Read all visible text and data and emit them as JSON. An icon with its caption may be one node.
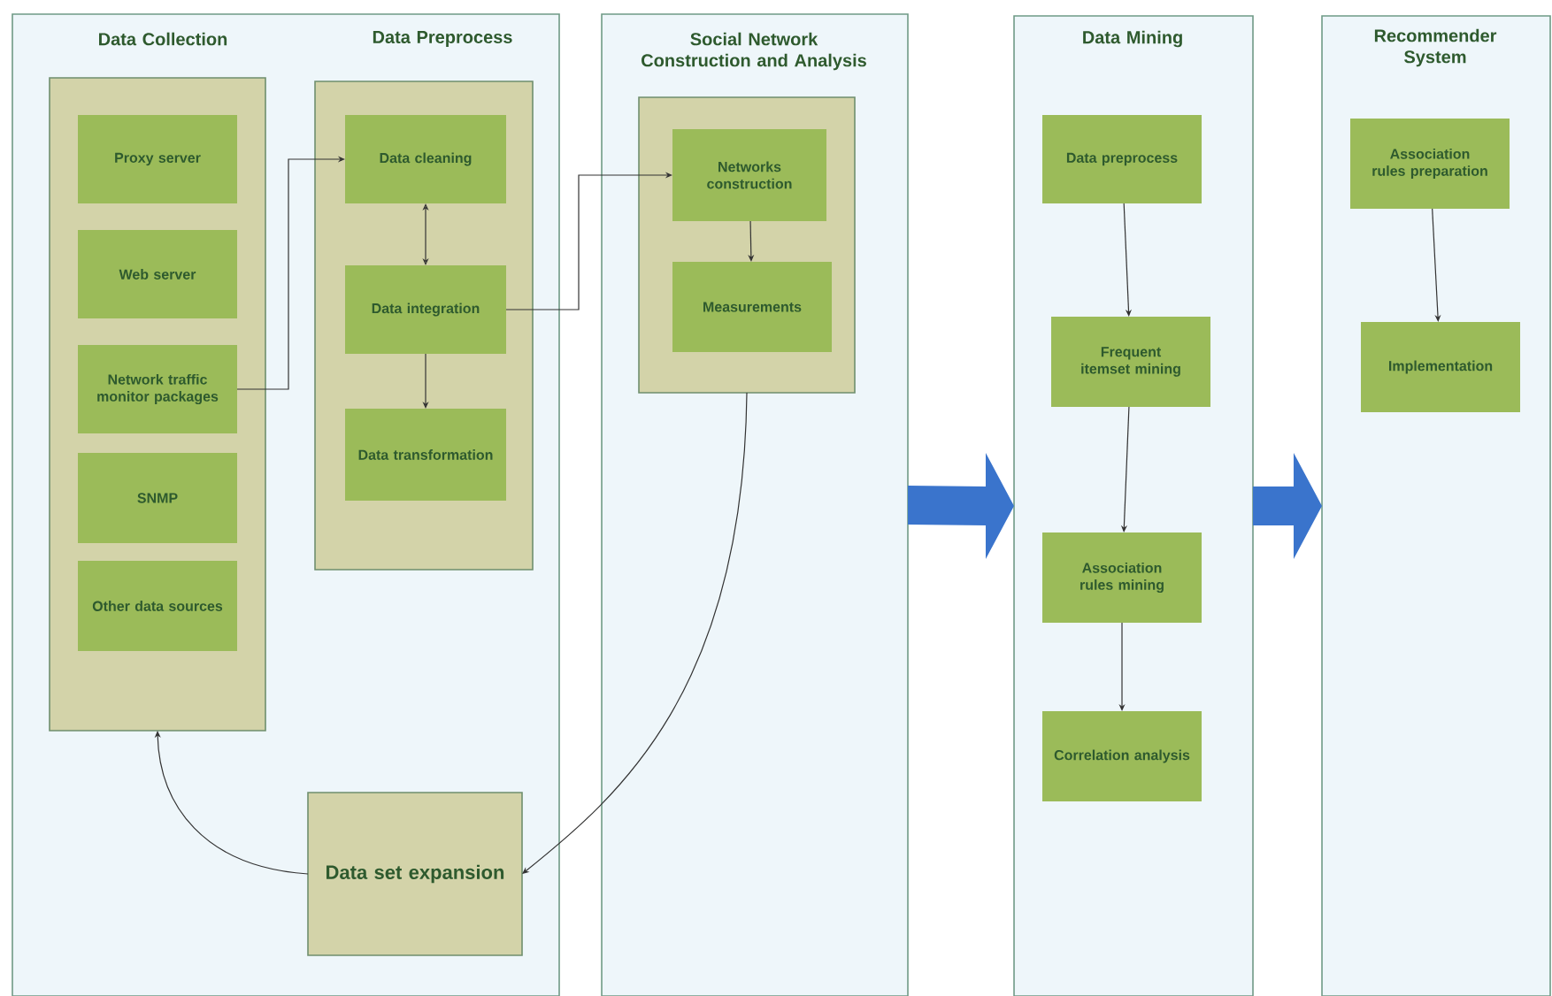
{
  "diagram": {
    "nodes": [
      {
        "text": [],
        "shape": "box"
      },
      {
        "text": [
          "Data Collection"
        ],
        "in": 0
      },
      {
        "text": [
          "Proxy server"
        ],
        "in": 1
      },
      {
        "text": [
          "Web server"
        ],
        "in": 1
      },
      {
        "text": [
          "Network traffic monitor packages"
        ],
        "in": 1
      },
      {
        "text": [
          "SNMP"
        ],
        "in": 1
      },
      {
        "text": [
          "Other data sources"
        ],
        "in": 1
      },
      {
        "text": [
          "Data Preprocess"
        ],
        "in": 0
      },
      {
        "text": [
          "Data cleaning"
        ],
        "in": 7
      },
      {
        "text": [
          "Data integration"
        ],
        "in": 7
      },
      {
        "text": [
          "Data transformation"
        ],
        "in": 7
      },
      {
        "text": [
          "Data set expansion"
        ],
        "in": 0
      },
      {
        "text": [
          "Social Network Construction and Analysis"
        ]
      },
      {
        "text": [],
        "shape": "box",
        "in": 12
      },
      {
        "text": [
          "Networks construction"
        ],
        "in": 13
      },
      {
        "text": [
          "Measurements"
        ],
        "in": 13
      },
      {
        "text": [
          "Data Mining"
        ]
      },
      {
        "text": [
          "Data preprocess"
        ],
        "in": 16
      },
      {
        "text": [
          "Frequent itemset mining"
        ],
        "in": 16
      },
      {
        "text": [
          "Association rules mining"
        ],
        "in": 16
      },
      {
        "text": [
          "Correlation analysis"
        ],
        "in": 16
      },
      {
        "text": [
          "Recommender System"
        ]
      },
      {
        "text": [
          "Association rules preparation"
        ],
        "in": 21
      },
      {
        "text": [
          "Implementation"
        ],
        "in": 21
      }
    ],
    "edges": [
      {
        "from": 4,
        "to": 8,
        "arrow": "to"
      },
      {
        "from": 8,
        "to": 9,
        "arrow": "both"
      },
      {
        "from": 9,
        "to": 10,
        "arrow": "to"
      },
      {
        "from": 9,
        "to": 14,
        "arrow": "to"
      },
      {
        "from": 14,
        "to": 15,
        "arrow": "to"
      },
      {
        "from": 13,
        "to": 11,
        "arrow": "to"
      },
      {
        "from": 11,
        "to": 1,
        "arrow": "to"
      },
      {
        "from": 12,
        "to": 16,
        "arrow": "to",
        "style": "thick",
        "color": "#3a74cc"
      },
      {
        "from": 16,
        "to": 21,
        "arrow": "to",
        "style": "thick",
        "color": "#3a74cc"
      },
      {
        "from": 17,
        "to": 18,
        "arrow": "to"
      },
      {
        "from": 18,
        "to": 19,
        "arrow": "to"
      },
      {
        "from": 19,
        "to": 20,
        "arrow": "to"
      },
      {
        "from": 22,
        "to": 23,
        "arrow": "to"
      }
    ]
  }
}
